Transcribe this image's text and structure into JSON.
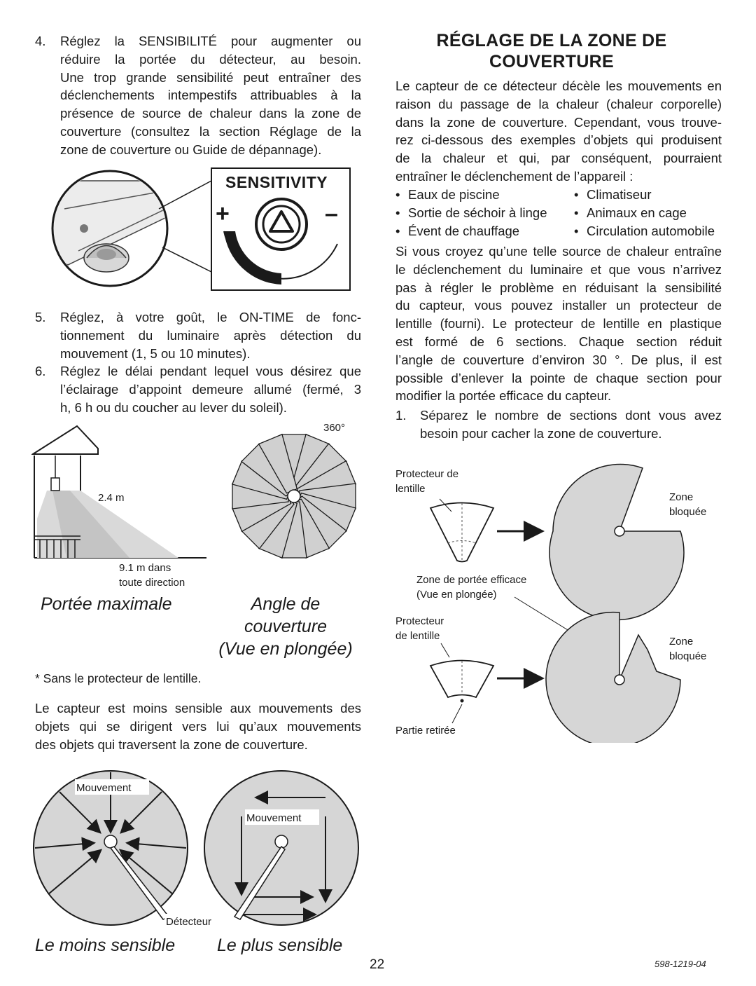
{
  "left": {
    "step4": {
      "num": "4.",
      "lines": [
        "Réglez la SENSIBILITÉ pour augmenter ou",
        "réduire la portée du détecteur, au besoin.",
        "Une trop grande sensibilité peut entraîner des",
        "déclenchements intempestifs attribuables à la",
        "présence de source de chaleur dans la zone de",
        "couverture (consultez la section Réglage de la",
        "zone de couverture ou Guide de dépannage)."
      ]
    },
    "sensitivity_label": "SENSITIVITY",
    "plus": "+",
    "minus": "–",
    "step5": {
      "num": "5.",
      "lines": [
        "Réglez, à votre goût, le ON-TIME de fonc-",
        "tionnement du luminaire après détection du",
        "mouvement (1, 5 ou 10 minutes)."
      ]
    },
    "step6": {
      "num": "6.",
      "lines": [
        "Réglez le délai pendant lequel vous désirez que",
        "l’éclairage d’appoint demeure allumé (fermé, 3",
        "h, 6 h ou du coucher au lever du soleil)."
      ]
    },
    "range_figure": {
      "height_label": "2.4 m",
      "distance_label_1": "9.1 m dans",
      "distance_label_2": "toute direction",
      "angle_label": "360°",
      "caption_left": "Portée maximale",
      "caption_right_1": "Angle de",
      "caption_right_2": "couverture",
      "caption_right_3": "(Vue en plongée)"
    },
    "footnote": "* Sans le protecteur de lentille.",
    "sensitivity_para": [
      "Le capteur est moins sensible aux mouvements des",
      "objets qui se dirigent vers lui qu’aux mouvements",
      "des objets qui traversent la zone de couverture."
    ],
    "motion_figure": {
      "mouvement_1": "Mouvement",
      "mouvement_2": "Mouvement",
      "detecteur": "Détecteur",
      "caption_left": "Le moins sensible",
      "caption_right": "Le plus sensible"
    }
  },
  "right": {
    "heading_1": "RÉGLAGE DE LA ZONE DE",
    "heading_2": "COUVERTURE",
    "intro": [
      "Le capteur de ce détecteur décèle les mouvements en",
      "raison du passage de la chaleur (chaleur corporelle)",
      "dans la zone de couverture. Cependant, vous trouve-",
      "rez ci-dessous des exemples d’objets qui produisent",
      "de la chaleur et qui, par conséquent, pourraient",
      "entraîner le déclenchement de l’appareil :"
    ],
    "bullets": [
      [
        "Eaux de piscine",
        "Climatiseur"
      ],
      [
        "Sortie de séchoir à linge",
        "Animaux en cage"
      ],
      [
        "Évent de chauffage",
        "Circulation automobile"
      ]
    ],
    "para2": [
      "Si vous croyez qu’une telle source de chaleur entraîne",
      "le déclenchement du luminaire et que vous n’arrivez",
      "pas à régler le problème en réduisant la sensibilité",
      "du capteur, vous pouvez installer un protecteur de",
      "lentille (fourni). Le protecteur de lentille en plastique",
      "est formé de 6 sections. Chaque section réduit",
      "l’angle de couverture d’environ 30 °. De plus, il est",
      "possible d’enlever la pointe de chaque section pour",
      "modifier la portée efficace du capteur."
    ],
    "step1": {
      "num": "1.",
      "lines": [
        "Séparez le nombre de sections dont vous avez",
        "besoin pour cacher la zone de couverture."
      ]
    },
    "lens_figure": {
      "protecteur_1a": "Protecteur de",
      "protecteur_1b": "lentille",
      "zone_bloquee_1a": "Zone",
      "zone_bloquee_1b": "bloquée",
      "zone_portee_a": "Zone de portée efficace",
      "zone_portee_b": "(Vue en plongée)",
      "protecteur_2a": "Protecteur",
      "protecteur_2b": "de lentille",
      "zone_bloquee_2a": "Zone",
      "zone_bloquee_2b": "bloquée",
      "partie_retiree": "Partie retirée"
    }
  },
  "footer": {
    "page_number": "22",
    "doc_number": "598-1219-04"
  }
}
